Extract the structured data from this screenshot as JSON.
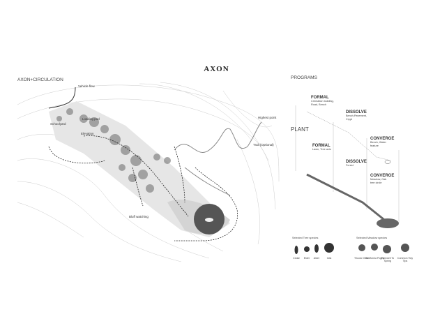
{
  "title": "AXON",
  "axon": {
    "heading": "AXON+CIRCULATION",
    "labels": {
      "vehicle_flow": "Vehicle flow",
      "schoolyard": "Schoolyard",
      "loading_pod": "Loading pod",
      "elevation": "Elevation",
      "highest_point": "Highest point",
      "trail": "Trail (Optional)",
      "bluff_watching": "Bluff watching"
    }
  },
  "programs": {
    "heading": "PROGRAMS",
    "plant_label": "PLANT",
    "program_items": [
      {
        "title": "FORMAL",
        "desc": "Cremation building, Road, Bench"
      },
      {
        "title": "DISSOLVE",
        "desc": "Bench,Pavement, Crypt"
      },
      {
        "title": "CONVERGE",
        "desc": "Bench, Water feature"
      }
    ],
    "plant_items": [
      {
        "title": "FORMAL",
        "desc": "Lawn, Tree axis"
      },
      {
        "title": "DISSOLVE",
        "desc": "Forest"
      },
      {
        "title": "CONVERGE",
        "desc": "Meadow, Oak tree circle"
      }
    ],
    "tree_species": {
      "heading": "Selected Tree species",
      "items": [
        "Cedar",
        "Elder",
        "Alder",
        "Oak"
      ]
    },
    "meadow_species": {
      "heading": "Selected Meadow species",
      "items": [
        "Tricolor Gilia",
        "California Poppy",
        "Farewell To Spring",
        "Common Tidy Tips"
      ]
    }
  }
}
